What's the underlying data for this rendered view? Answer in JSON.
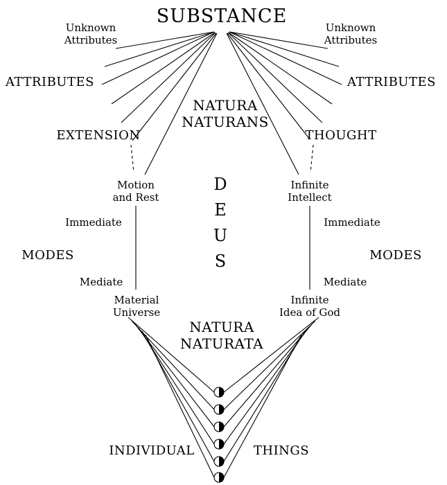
{
  "title": "SUBSTANCE",
  "natura_naturans": [
    "NATURA",
    "NATURANS"
  ],
  "natura_naturata": [
    "NATURA",
    "NATURATA"
  ],
  "deus": [
    "D",
    "E",
    "U",
    "S"
  ],
  "left": {
    "unknown_attributes": [
      "Unknown",
      "Attributes"
    ],
    "attributes": "ATTRIBUTES",
    "named_attribute": "EXTENSION",
    "immediate_mode": [
      "Motion",
      "and Rest"
    ],
    "immediate": "Immediate",
    "modes": "MODES",
    "mediate": "Mediate",
    "mediate_mode": [
      "Material",
      "Universe"
    ]
  },
  "right": {
    "unknown_attributes": [
      "Unknown",
      "Attributes"
    ],
    "attributes": "ATTRIBUTES",
    "named_attribute": "THOUGHT",
    "immediate_mode": [
      "Infinite",
      "Intellect"
    ],
    "immediate": "Immediate",
    "modes": "MODES",
    "mediate": "Mediate",
    "mediate_mode": [
      "Infinite",
      "Idea of God"
    ]
  },
  "bottom": {
    "individual": "INDIVIDUAL",
    "things": "THINGS"
  },
  "colors": {
    "line": "#000000",
    "text": "#000000",
    "background": "#ffffff"
  }
}
